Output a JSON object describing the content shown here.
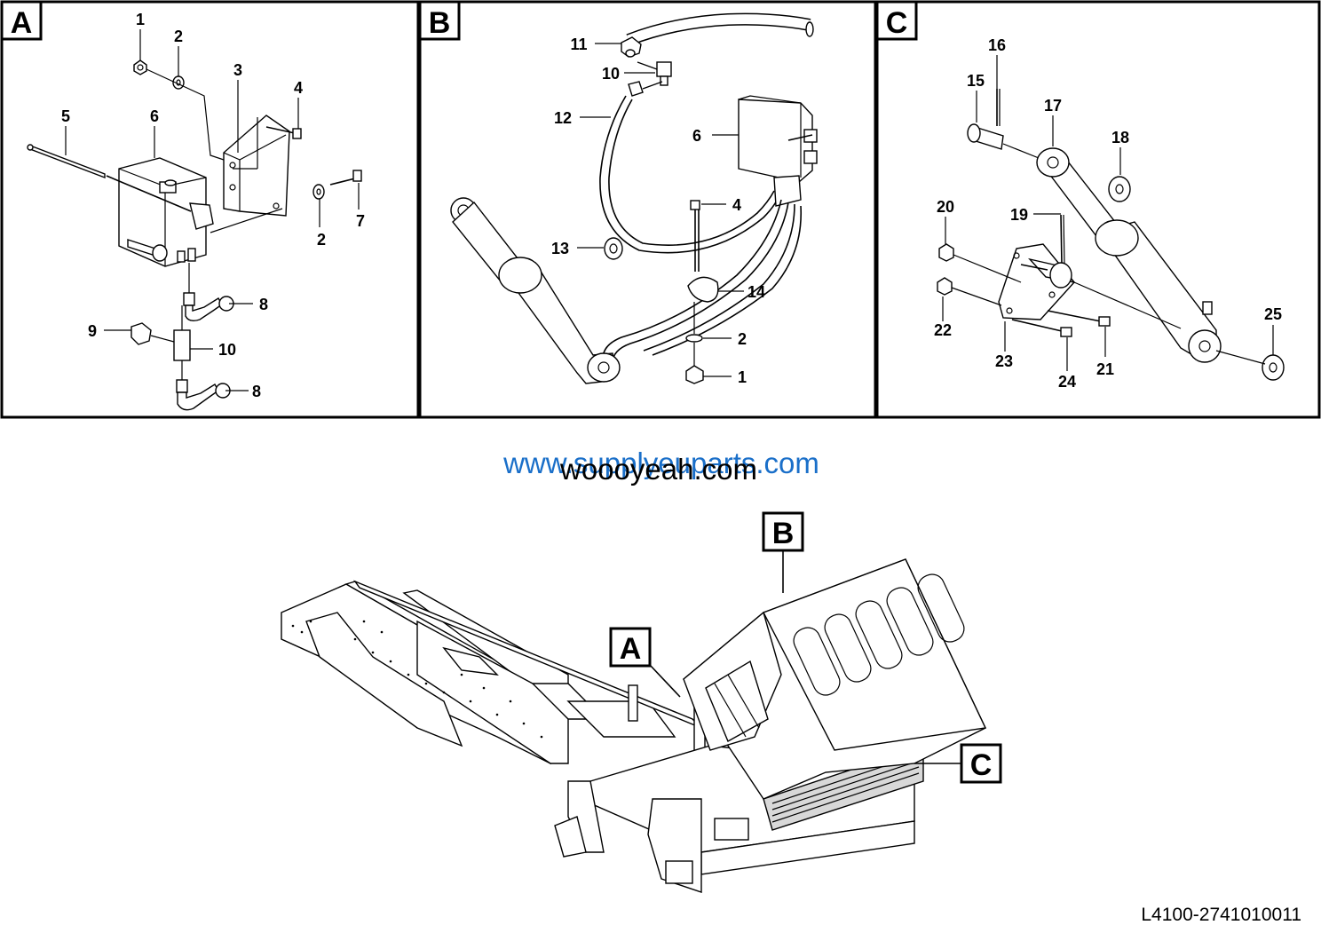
{
  "panels": {
    "a": {
      "letter": "A"
    },
    "b": {
      "letter": "B"
    },
    "c": {
      "letter": "C"
    }
  },
  "callouts_a": [
    "1",
    "2",
    "3",
    "4",
    "5",
    "6",
    "7",
    "2",
    "8",
    "9",
    "10",
    "8"
  ],
  "callouts_b": [
    "11",
    "10",
    "12",
    "6",
    "4",
    "13",
    "14",
    "2",
    "1"
  ],
  "callouts_c": [
    "16",
    "15",
    "17",
    "18",
    "20",
    "19",
    "22",
    "23",
    "24",
    "21",
    "25"
  ],
  "overview": {
    "label_b": "B",
    "label_a": "A",
    "label_c": "C"
  },
  "watermark": {
    "line1": "www.supplyeuparts.com",
    "line2": "woooyeah.com"
  },
  "drawing_code": "L4100-2741010011",
  "colors": {
    "watermark_blue": "#1a6fc9",
    "line": "#000000"
  }
}
